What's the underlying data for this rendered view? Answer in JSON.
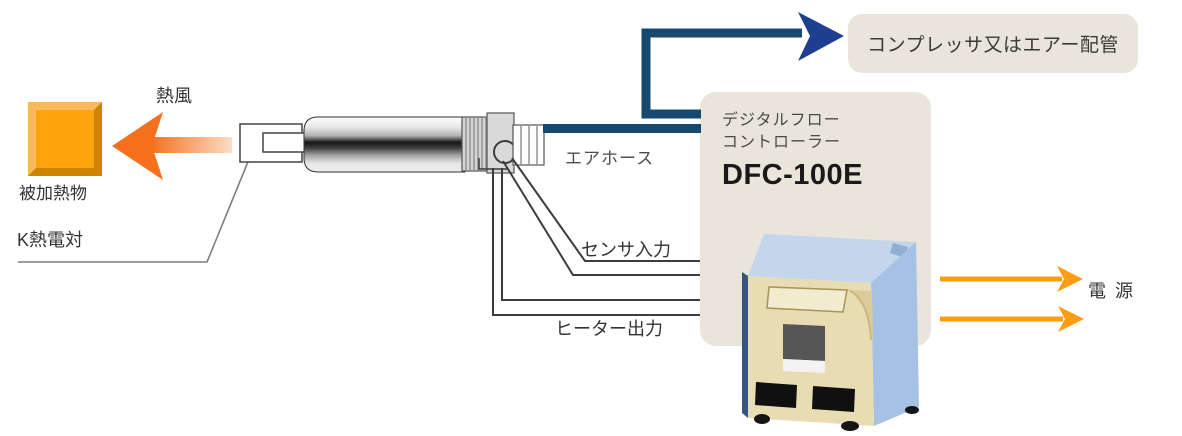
{
  "diagram": {
    "title_implicit": "DFC-100E air heater system connection diagram",
    "labels": {
      "hot_air": "熱風",
      "heated_object": "被加熱物",
      "k_thermocouple": "K熱電対",
      "air_hose": "エアホース",
      "sensor_input": "センサ入力",
      "heater_output": "ヒーター出力",
      "power": "電 源",
      "compressor": "コンプレッサ又はエアー配管"
    },
    "controller": {
      "name_line1": "デジタルフロー",
      "name_line2": "コントローラー",
      "model": "DFC-100E"
    },
    "colors": {
      "box_beige": "#e9e5da",
      "navy_line": "#17496f",
      "navy_arrowhead": "#1e3e91",
      "hot_air_orange": "#f4701d",
      "power_arrow_orange": "#ff9c16",
      "heated_square_orange": "#ffa40e",
      "wire_gray": "#3c3c3c",
      "label_text": "#333333"
    }
  }
}
